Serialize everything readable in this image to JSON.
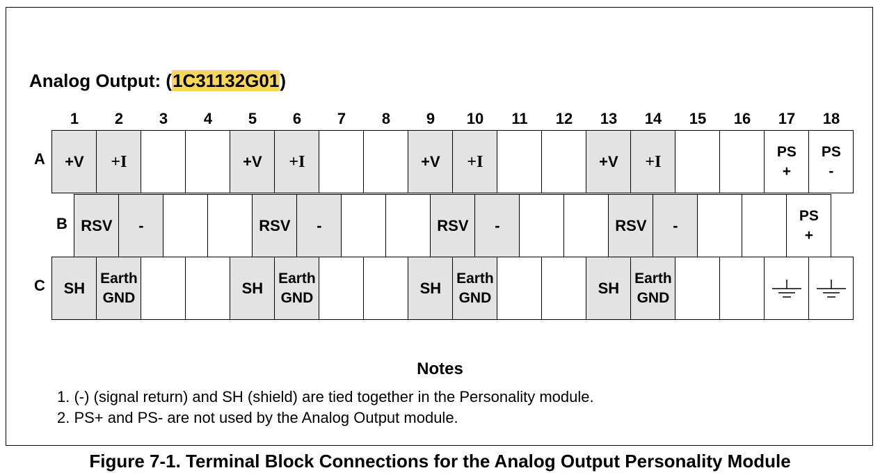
{
  "title": {
    "prefix": "Analog Output: (",
    "part_number": "1C31132G01",
    "suffix": ")"
  },
  "column_numbers": [
    "1",
    "2",
    "3",
    "4",
    "5",
    "6",
    "7",
    "8",
    "9",
    "10",
    "11",
    "12",
    "13",
    "14",
    "15",
    "16",
    "17",
    "18"
  ],
  "rows": [
    {
      "label": "A",
      "cells": [
        {
          "text": "+V",
          "shaded": true
        },
        {
          "text": "+I",
          "shaded": true,
          "serif_i": true
        },
        {
          "text": "",
          "shaded": false
        },
        {
          "text": "",
          "shaded": false
        },
        {
          "text": "+V",
          "shaded": true
        },
        {
          "text": "+I",
          "shaded": true,
          "serif_i": true
        },
        {
          "text": "",
          "shaded": false
        },
        {
          "text": "",
          "shaded": false
        },
        {
          "text": "+V",
          "shaded": true
        },
        {
          "text": "+I",
          "shaded": true,
          "serif_i": true
        },
        {
          "text": "",
          "shaded": false
        },
        {
          "text": "",
          "shaded": false
        },
        {
          "text": "+V",
          "shaded": true
        },
        {
          "text": "+I",
          "shaded": true,
          "serif_i": true
        },
        {
          "text": "",
          "shaded": false
        },
        {
          "text": "",
          "shaded": false
        },
        {
          "text": "PS\n+",
          "shaded": false
        },
        {
          "text": "PS\n-",
          "shaded": false
        }
      ]
    },
    {
      "label": "B",
      "cells": [
        {
          "text": "RSV",
          "shaded": true
        },
        {
          "text": "-",
          "shaded": true
        },
        {
          "text": "",
          "shaded": false
        },
        {
          "text": "",
          "shaded": false
        },
        {
          "text": "RSV",
          "shaded": true
        },
        {
          "text": "-",
          "shaded": true
        },
        {
          "text": "",
          "shaded": false
        },
        {
          "text": "",
          "shaded": false
        },
        {
          "text": "RSV",
          "shaded": true
        },
        {
          "text": "-",
          "shaded": true
        },
        {
          "text": "",
          "shaded": false
        },
        {
          "text": "",
          "shaded": false
        },
        {
          "text": "RSV",
          "shaded": true
        },
        {
          "text": "-",
          "shaded": true
        },
        {
          "text": "",
          "shaded": false
        },
        {
          "text": "",
          "shaded": false
        },
        {
          "text": "PS\n+",
          "shaded": false
        }
      ]
    },
    {
      "label": "C",
      "cells": [
        {
          "text": "SH",
          "shaded": true
        },
        {
          "text": "Earth\nGND",
          "shaded": true
        },
        {
          "text": "",
          "shaded": false
        },
        {
          "text": "",
          "shaded": false
        },
        {
          "text": "SH",
          "shaded": true
        },
        {
          "text": "Earth\nGND",
          "shaded": true
        },
        {
          "text": "",
          "shaded": false
        },
        {
          "text": "",
          "shaded": false
        },
        {
          "text": "SH",
          "shaded": true
        },
        {
          "text": "Earth\nGND",
          "shaded": true
        },
        {
          "text": "",
          "shaded": false
        },
        {
          "text": "",
          "shaded": false
        },
        {
          "text": "SH",
          "shaded": true
        },
        {
          "text": "Earth\nGND",
          "shaded": true
        },
        {
          "text": "",
          "shaded": false
        },
        {
          "text": "",
          "shaded": false
        },
        {
          "text": "",
          "shaded": false,
          "icon": "ground-icon"
        },
        {
          "text": "",
          "shaded": false,
          "icon": "ground-icon"
        }
      ]
    }
  ],
  "notes": {
    "heading": "Notes",
    "items": [
      "1. (-) (signal return) and SH (shield) are tied together in the Personality module.",
      "2. PS+ and PS- are not used by the Analog Output module."
    ]
  },
  "caption": "Figure 7-1. Terminal Block Connections for the Analog Output Personality Module",
  "colors": {
    "shaded_cell": "#e3e3e3",
    "part_number_highlight": "#f7d65c"
  }
}
